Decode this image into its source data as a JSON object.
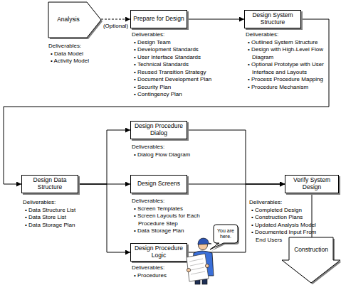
{
  "diagram": {
    "nodes": [
      {
        "text": [
          "Analysis"
        ]
      },
      {
        "text": [
          "Prepare for Design"
        ]
      },
      {
        "text": [
          "Design System Structure"
        ]
      },
      {
        "text": [
          "Design Data Structure"
        ]
      },
      {
        "text": [
          "Design Procedure Dialog"
        ]
      },
      {
        "text": [
          "Design Screens"
        ]
      },
      {
        "text": [
          "Design Procedure Logic"
        ]
      },
      {
        "text": [
          "Verify System Design"
        ]
      },
      {
        "text": [
          "Construction"
        ]
      },
      {
        "text": [
          "You are here."
        ]
      }
    ],
    "edges": [
      {
        "from": 0,
        "to": 1,
        "label": "(Optional)",
        "arrow": "to"
      },
      {
        "from": 1,
        "to": 2,
        "arrow": "to"
      },
      {
        "from": 2,
        "to": 3,
        "arrow": "to"
      },
      {
        "from": 3,
        "to": 4,
        "arrow": "to"
      },
      {
        "from": 3,
        "to": 5,
        "arrow": "to"
      },
      {
        "from": 3,
        "to": 6,
        "arrow": "to"
      },
      {
        "from": 4,
        "to": 7,
        "arrow": "to"
      },
      {
        "from": 5,
        "to": 7,
        "arrow": "to"
      },
      {
        "from": 6,
        "to": 7,
        "arrow": "to"
      },
      {
        "from": 7,
        "to": 8,
        "arrow": "none"
      }
    ],
    "labels": [
      "Deliverables:",
      "• Data Model",
      "• Activity Model",
      "Deliverables:",
      "• Design Team",
      "• Development Standards",
      "• User Interface Standards",
      "• Technical Standards",
      "• Reused Transition Strategy",
      "• Document Development Plan",
      "• Security Plan",
      "• Contingency Plan",
      "Deliverables:",
      "• Outlined System Structure",
      "• Design with High-Level Flow Diagram",
      "• Optional Prototype with User Interface and Layouts",
      "• Process Procedure Mapping",
      "• Procedure Mechanism",
      "Deliverables:",
      "• Data Structure List",
      "• Data Store List",
      "• Data Storage Plan",
      "Deliverables:",
      "• Dialog Flow Diagram",
      "Deliverables:",
      "• Screen Templates",
      "• Screen Layouts for Each Procedure Step",
      "• Data Storage Plan",
      "Deliverables:",
      "• Procedures",
      "Deliverables:",
      "• Completed Design",
      "• Construction Plans",
      "• Updated Analysis Model",
      "• Documented Input From End Users"
    ]
  }
}
